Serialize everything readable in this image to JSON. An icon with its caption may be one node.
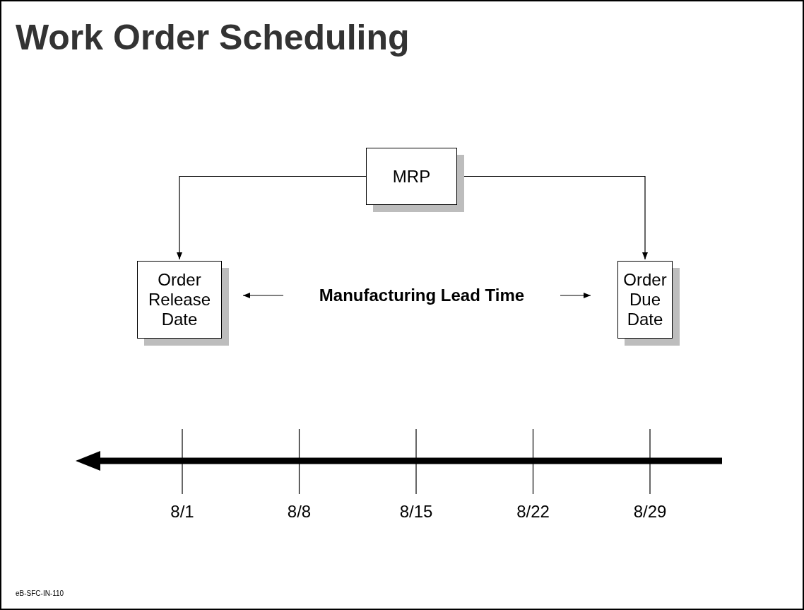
{
  "diagram": {
    "title": "Work Order Scheduling",
    "nodes": [
      {
        "text": [
          "MRP"
        ]
      },
      {
        "text": [
          "Order Release Date"
        ]
      },
      {
        "text": [
          "Order Due Date"
        ]
      },
      {
        "text": [
          "Manufacturing Lead Time"
        ]
      }
    ],
    "edges": [
      {
        "from": 0,
        "to": 1,
        "arrow": "to"
      },
      {
        "from": 0,
        "to": 2,
        "arrow": "to"
      },
      {
        "from": 3,
        "to": 1,
        "arrow": "to"
      },
      {
        "from": 3,
        "to": 2,
        "arrow": "to"
      }
    ],
    "labels": [
      "8/1",
      "8/8",
      "8/15",
      "8/22",
      "8/29",
      "eB-SFC-IN-110"
    ]
  }
}
